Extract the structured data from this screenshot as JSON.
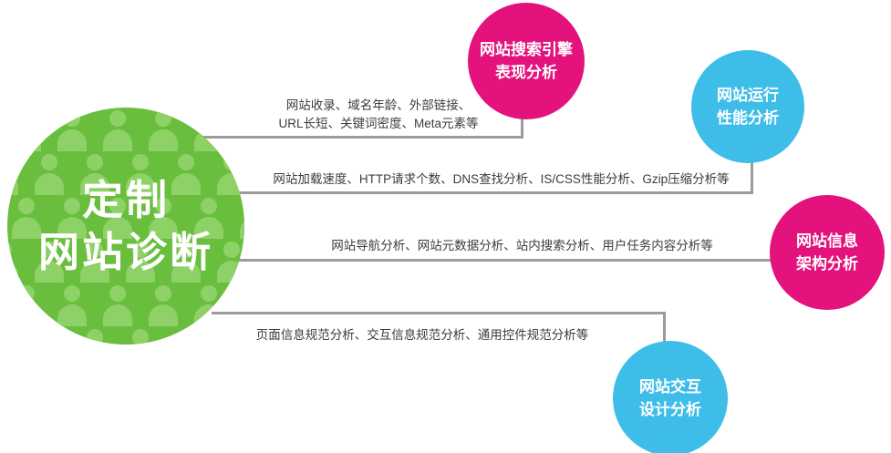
{
  "main": {
    "title_line1": "定制",
    "title_line2": "网站诊断"
  },
  "nodes": [
    {
      "id": "search-engine-analysis",
      "line1": "网站搜索引擎",
      "line2": "表现分析",
      "color": "#e4127c"
    },
    {
      "id": "performance-analysis",
      "line1": "网站运行",
      "line2": "性能分析",
      "color": "#3fbde9"
    },
    {
      "id": "information-architecture-analysis",
      "line1": "网站信息",
      "line2": "架构分析",
      "color": "#e4127c"
    },
    {
      "id": "interaction-design-analysis",
      "line1": "网站交互",
      "line2": "设计分析",
      "color": "#3fbde9"
    }
  ],
  "connectors": [
    {
      "label_line1": "网站收录、域名年龄、外部链接、",
      "label_line2": "URL长短、关键词密度、Meta元素等"
    },
    {
      "label_line1": "网站加载速度、HTTP请求个数、DNS查找分析、IS/CSS性能分析、Gzip压缩分析等"
    },
    {
      "label_line1": "网站导航分析、网站元数据分析、站内搜索分析、用户任务内容分析等"
    },
    {
      "label_line1": "页面信息规范分析、交互信息规范分析、通用控件规范分析等"
    }
  ],
  "colors": {
    "main_green": "#69be3e",
    "people_green": "#8ed167",
    "pink": "#e4127c",
    "blue": "#3fbde9",
    "line_gray": "#9b9b9b",
    "label_text": "#3c3c3c"
  }
}
